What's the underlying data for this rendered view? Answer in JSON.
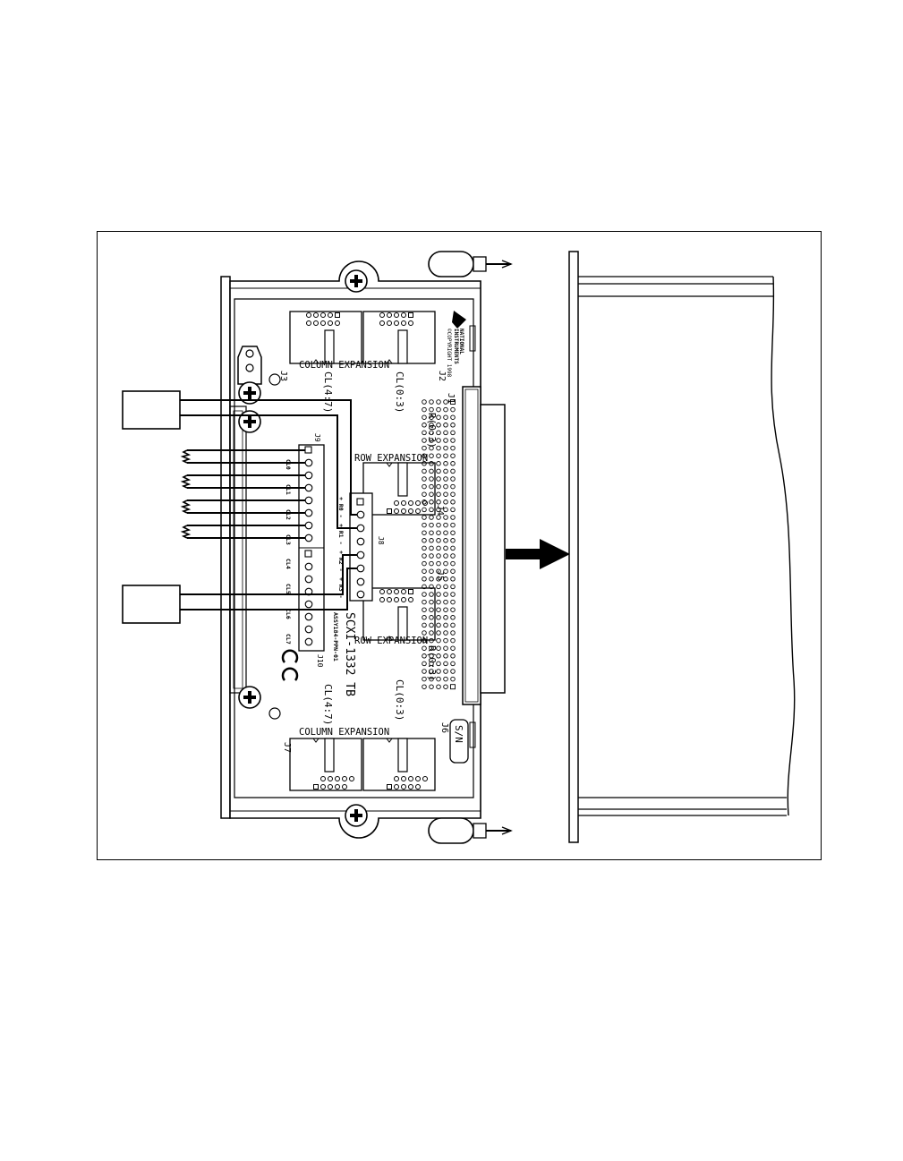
{
  "diagram": {
    "board": {
      "model": "SCXI-1332 TB",
      "assembly": "ASSY184-PPN-01",
      "logo_line1": "NATIONAL",
      "logo_line2": "INSTRUMENTS",
      "copyright": "©COPYRIGHT 1998",
      "serial_label": "S/N",
      "ce_mark": "CE"
    },
    "connectors": {
      "j1": "J1",
      "j2": "J2",
      "j3": "J3",
      "j4": "J4",
      "j5": "J5",
      "j6": "J6",
      "j7": "J7",
      "j8": "J8",
      "j9": "J9",
      "j10": "J10"
    },
    "labels": {
      "column_expansion_top": "COLUMN EXPANSION",
      "column_expansion_bottom": "COLUMN EXPANSION",
      "row_expansion_upper": "ROW EXPANSION",
      "row_expansion_lower": "ROW EXPANSION",
      "cl_4_7_top": "CL(4:7)",
      "cl_0_3_top": "CL(0:3)",
      "cl_4_7_bottom": "CL(4:7)",
      "cl_0_3_bottom": "CL(0:3)",
      "r_0_3_upper": "R(0:3)",
      "r_0_3_lower": "R(0:3)"
    },
    "column_terminals": [
      "CL0",
      "CL1",
      "CL2",
      "CL3",
      "CL4",
      "CL5",
      "CL6",
      "CL7"
    ],
    "row_terminals": [
      "+ R0 -",
      "+ R1 -",
      "+ R2 -",
      "+ R3 -"
    ]
  }
}
